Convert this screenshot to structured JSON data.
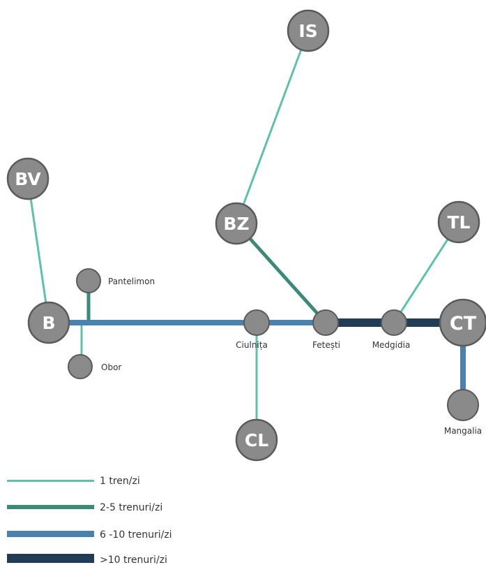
{
  "colors": {
    "tier_1": "#5cc2aa",
    "tier_2": "#3a8a78",
    "tier_3": "#4a82ad",
    "tier_4": "#213c54",
    "node_fill": "#8a8a8a",
    "node_stroke": "#5a5a5a"
  },
  "nodes": {
    "is": "IS",
    "bv": "BV",
    "bz": "BZ",
    "tl": "TL",
    "b": "B",
    "ct": "CT",
    "cl": "CL"
  },
  "stations": {
    "pantelimon": "Pantelimon",
    "obor": "Obor",
    "ciulnita": "Ciulnița",
    "fetesti": "Fetești",
    "medgidia": "Medgidia",
    "mangalia": "Mangalia"
  },
  "legend": [
    {
      "label": "1 tren/zi",
      "color_key": "tier_1"
    },
    {
      "label": "2-5 trenuri/zi",
      "color_key": "tier_2"
    },
    {
      "label": "6 -10 trenuri/zi",
      "color_key": "tier_3"
    },
    {
      "label": ">10 trenuri/zi",
      "color_key": "tier_4"
    }
  ]
}
